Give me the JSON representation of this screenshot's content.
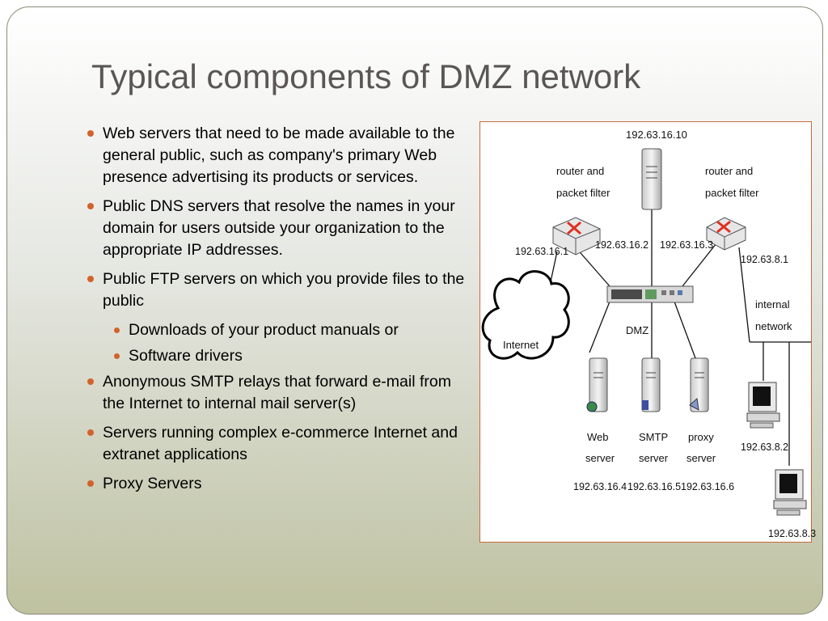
{
  "title": "Typical components of DMZ network",
  "bullets": [
    {
      "level": 1,
      "text": "Web servers that need to be made available to the general public, such as company's primary Web presence advertising its products or services."
    },
    {
      "level": 1,
      "text": "Public DNS servers that resolve the names in your domain for users outside your organization to the appropriate IP addresses."
    },
    {
      "level": 1,
      "text": "Public FTP servers on which you provide files to the public"
    },
    {
      "level": 2,
      "text": "Downloads of your product manuals or"
    },
    {
      "level": 2,
      "text": "Software drivers"
    },
    {
      "level": 1,
      "text": "Anonymous SMTP relays that forward e-mail from the Internet to internal mail server(s)"
    },
    {
      "level": 1,
      "text": "Servers running complex e-commerce Internet and extranet applications"
    },
    {
      "level": 1,
      "text": " Proxy Servers"
    }
  ],
  "diagram": {
    "top_server_ip": "192.63.16.10",
    "router_left": {
      "line1": "router and",
      "line2": "packet filter",
      "ip_left": "192.63.16.1",
      "ip_right": "192.63.16.2"
    },
    "router_right": {
      "line1": "router and",
      "line2": "packet filter",
      "ip_left": "192.63.16.3",
      "ip_right": "192.63.8.1"
    },
    "internet_label": "Internet",
    "dmz_label": "DMZ",
    "internal_network": {
      "line1": "internal",
      "line2": "network"
    },
    "web_server": {
      "line1": "Web",
      "line2": "server",
      "ip": "192.63.16.4"
    },
    "smtp_server": {
      "line1": "SMTP",
      "line2": "server",
      "ip": "192.63.16.5"
    },
    "proxy_server": {
      "line1": "proxy",
      "line2": "server",
      "ip": "192.63.16.6"
    },
    "pc1_ip": "192.63.8.2",
    "pc2_ip": "192.63.8.3"
  },
  "colors": {
    "title": "#5b5656",
    "bullet": "#d2622c",
    "diagram_border": "#c86a3a",
    "router_mark": "#e03020"
  }
}
